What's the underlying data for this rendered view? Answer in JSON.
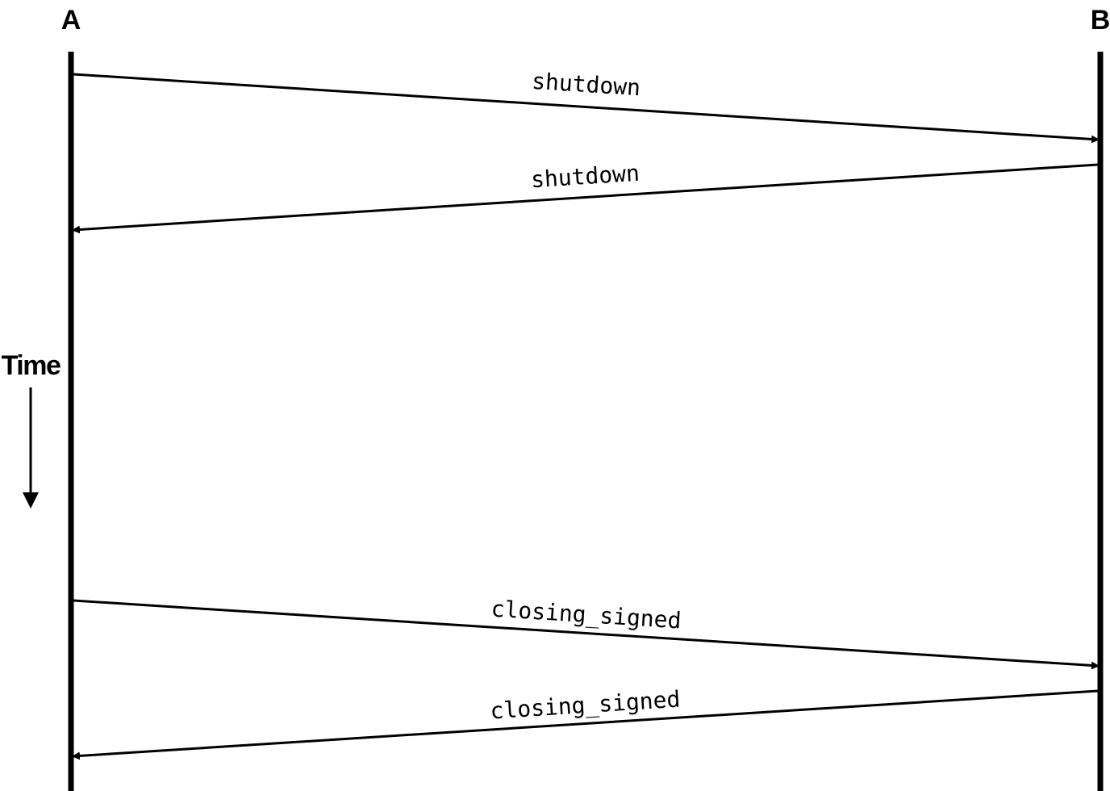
{
  "participants": [
    {
      "id": "A",
      "label": "A"
    },
    {
      "id": "B",
      "label": "B"
    }
  ],
  "time_axis": {
    "label": "Time",
    "direction": "down"
  },
  "messages": [
    {
      "from": "A",
      "to": "B",
      "label": "shutdown"
    },
    {
      "from": "B",
      "to": "A",
      "label": "shutdown"
    },
    {
      "from": "A",
      "to": "B",
      "label": "closing_signed"
    },
    {
      "from": "B",
      "to": "A",
      "label": "closing_signed"
    }
  ],
  "colors": {
    "line": "#000000",
    "background": "#ffffff"
  }
}
